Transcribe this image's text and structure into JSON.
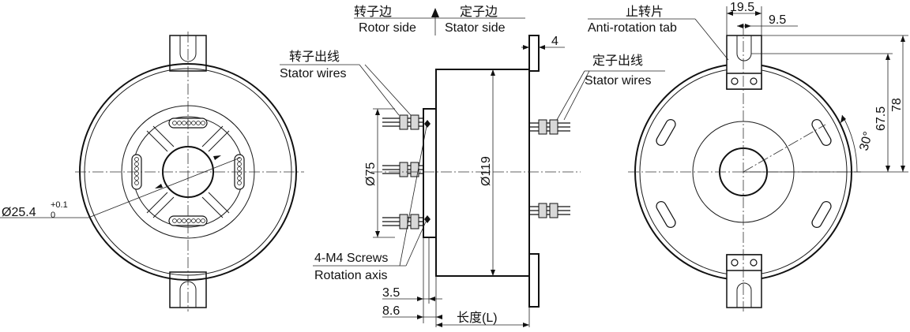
{
  "labels": {
    "rotor_side_cn": "转子边",
    "stator_side_cn": "定子边",
    "rotor_side": "Rotor side",
    "stator_side": "Stator side",
    "rotor_wires_cn": "转子出线",
    "rotor_wires": "Stator wires",
    "stator_wires_cn": "定子出线",
    "stator_wires": "Stator wires",
    "tab_cn": "止转片",
    "tab": "Anti-rotation tab",
    "screws": "4-M4 Screws",
    "rotation_axis": "Rotation axis",
    "length": "长度(L)"
  },
  "dimensions": {
    "bore": "Ø25.4",
    "bore_tol_upper": "+0.1",
    "bore_tol_lower": "0",
    "d75": "Ø75",
    "d119": "Ø119",
    "flange_thk": "4",
    "d3_5": "3.5",
    "d8_6": "8.6",
    "tab_w": "19.5",
    "tab_slot": "9.5",
    "h78": "78",
    "h67_5": "67.5",
    "angle": "30°"
  }
}
